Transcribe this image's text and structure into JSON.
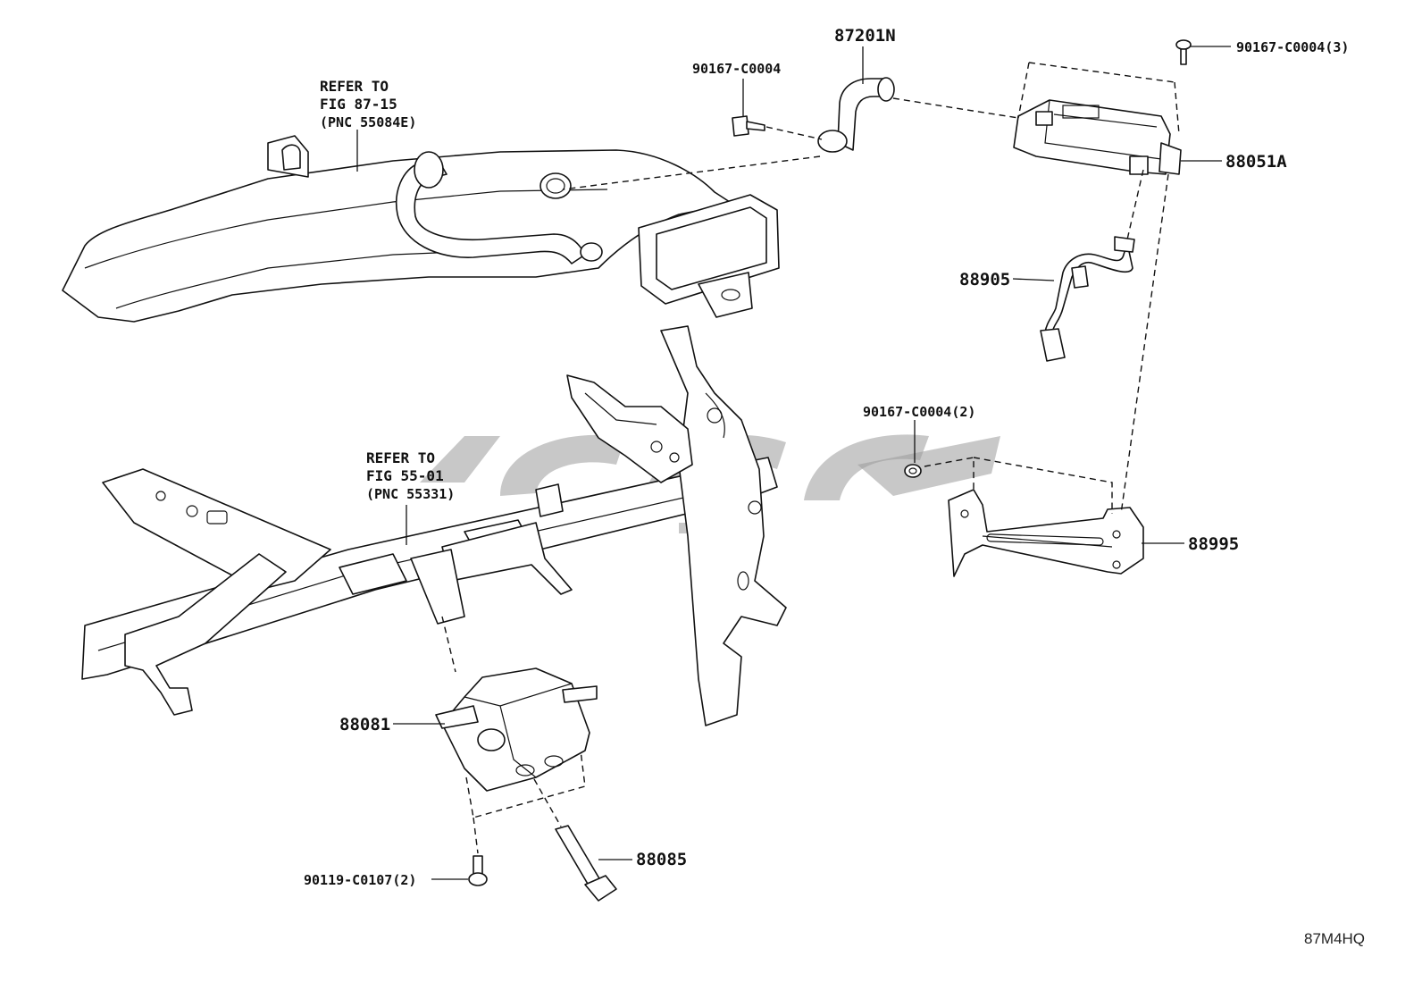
{
  "diagram_code": "87M4HQ",
  "references": [
    {
      "lines": [
        "REFER TO",
        "FIG 87-15",
        "(PNC 55084E)"
      ]
    },
    {
      "lines": [
        "REFER TO",
        "FIG 55-01",
        "(PNC 55331)"
      ]
    }
  ],
  "callouts": {
    "c87201N": "87201N",
    "c90167_top": "90167-C0004",
    "c90167_3": "90167-C0004(3)",
    "c88051A": "88051A",
    "c88905": "88905",
    "c90167_2": "90167-C0004(2)",
    "c88995": "88995",
    "c88081": "88081",
    "c88085": "88085",
    "c90119": "90119-C0107(2)"
  }
}
